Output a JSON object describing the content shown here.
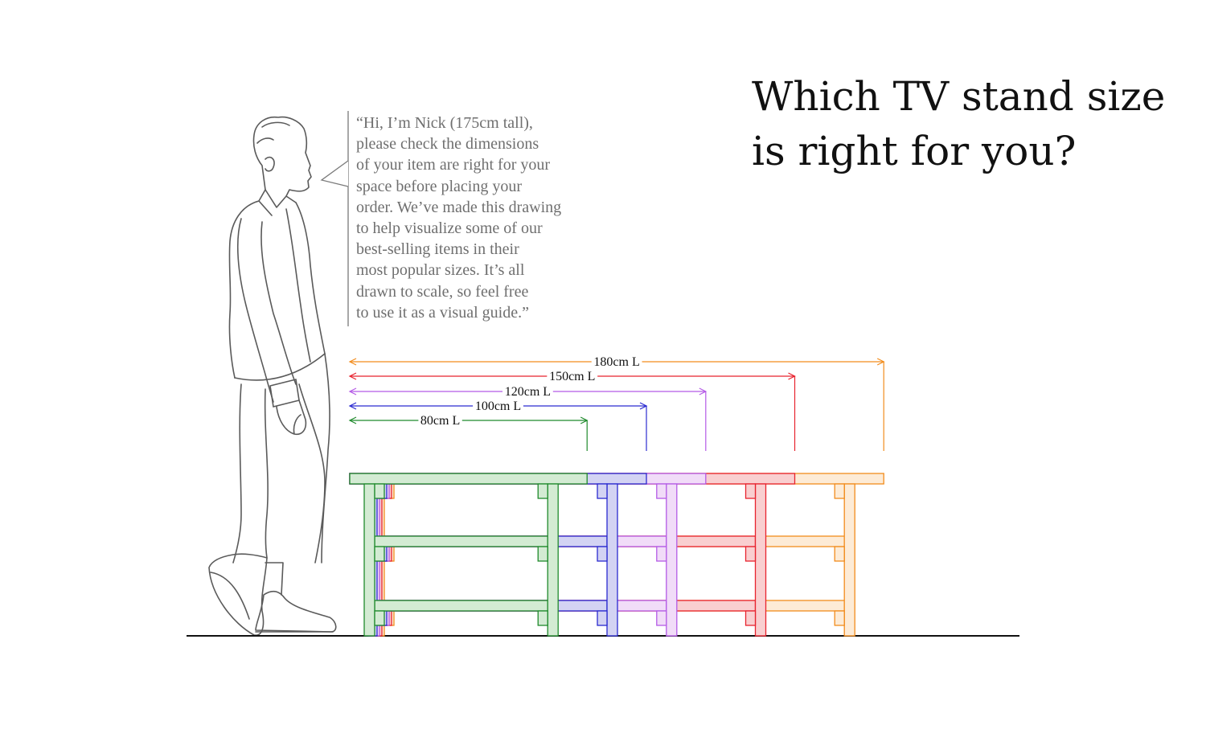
{
  "title_lines": [
    "Which TV stand size",
    "is right for you?"
  ],
  "quote_lines": [
    "“Hi, I’m Nick (175cm tall),",
    "please check the dimensions",
    "of your item are right for your",
    "space before placing your",
    "order. We’ve made this drawing",
    "to help visualize some of our",
    "best-selling items in their",
    "most popular sizes. It’s all",
    "drawn to scale, so feel free",
    "to use it as a visual guide.”"
  ],
  "figure": {
    "name": "Nick",
    "height_cm": 175
  },
  "sizes": [
    {
      "label": "180cm L",
      "length_cm": 180,
      "color": "#f28c1c",
      "fill": "#fdebd6"
    },
    {
      "label": "150cm L",
      "length_cm": 150,
      "color": "#e8232e",
      "fill": "#f9cfd0"
    },
    {
      "label": "120cm L",
      "length_cm": 120,
      "color": "#b45ae6",
      "fill": "#f1dcf8"
    },
    {
      "label": "100cm L",
      "length_cm": 100,
      "color": "#2a2ad0",
      "fill": "#d3d3f3"
    },
    {
      "label": "80cm L",
      "length_cm": 80,
      "color": "#1f8a2c",
      "fill": "#d3ebd3"
    }
  ],
  "colors": {
    "ground": "#111111",
    "figure_line": "#5a5a5a",
    "quote_text": "#6f6f6f",
    "heading_text": "#111111"
  }
}
